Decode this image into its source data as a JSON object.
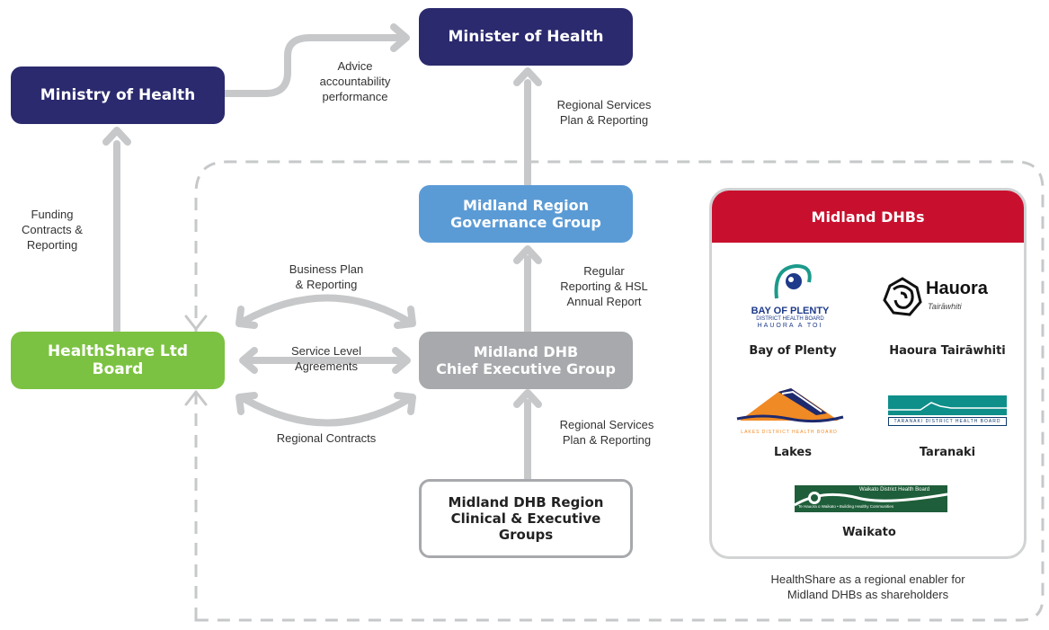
{
  "nodes": {
    "minister": "Minister of Health",
    "ministry": "Ministry of Health",
    "governance": [
      "Midland Region",
      "Governance Group"
    ],
    "ceg": [
      "Midland DHB",
      "Chief Executive Group"
    ],
    "healthshare": [
      "HealthShare Ltd",
      "Board"
    ],
    "clinical": [
      "Midland DHB Region",
      "Clinical & Executive",
      "Groups"
    ]
  },
  "labels": {
    "advice": [
      "Advice",
      "accountability",
      "performance"
    ],
    "rsp_top": [
      "Regional Services",
      "Plan & Reporting"
    ],
    "funding": [
      "Funding",
      "Contracts &",
      "Reporting"
    ],
    "business": [
      "Business Plan",
      "& Reporting"
    ],
    "regular": [
      "Regular",
      "Reporting & HSL",
      "Annual Report"
    ],
    "sla": [
      "Service Level",
      "Agreements"
    ],
    "regional_contracts": "Regional Contracts",
    "rsp_bottom": [
      "Regional Services",
      "Plan & Reporting"
    ]
  },
  "dhb_panel": {
    "title": "Midland DHBs",
    "members": [
      "Bay of Plenty",
      "Haoura Tairāwhiti",
      "Lakes",
      "Taranaki",
      "Waikato"
    ],
    "logo_text": {
      "bop": [
        "BAY OF PLENTY",
        "DISTRICT HEALTH BOARD",
        "HAUORA A TOI"
      ],
      "hauora": [
        "Hauora",
        "Tairāwhiti"
      ],
      "lakes": "LAKES DISTRICT HEALTH BOARD",
      "taranaki": "TARANAKI DISTRICT HEALTH BOARD",
      "waikato": [
        "Waikato District Health Board",
        "Te Hauora o Waikato • Building Healthy Communities"
      ]
    }
  },
  "caption": [
    "HealthShare as a regional enabler for",
    "Midland DHBs as shareholders"
  ],
  "colors": {
    "navy": "#2b2a6e",
    "light_blue": "#5b9bd5",
    "grey": "#a7a9ac",
    "green": "#7cc242",
    "red": "#c8102e",
    "connector": "#c6c8ca",
    "dashed": "#c6c8ca"
  }
}
